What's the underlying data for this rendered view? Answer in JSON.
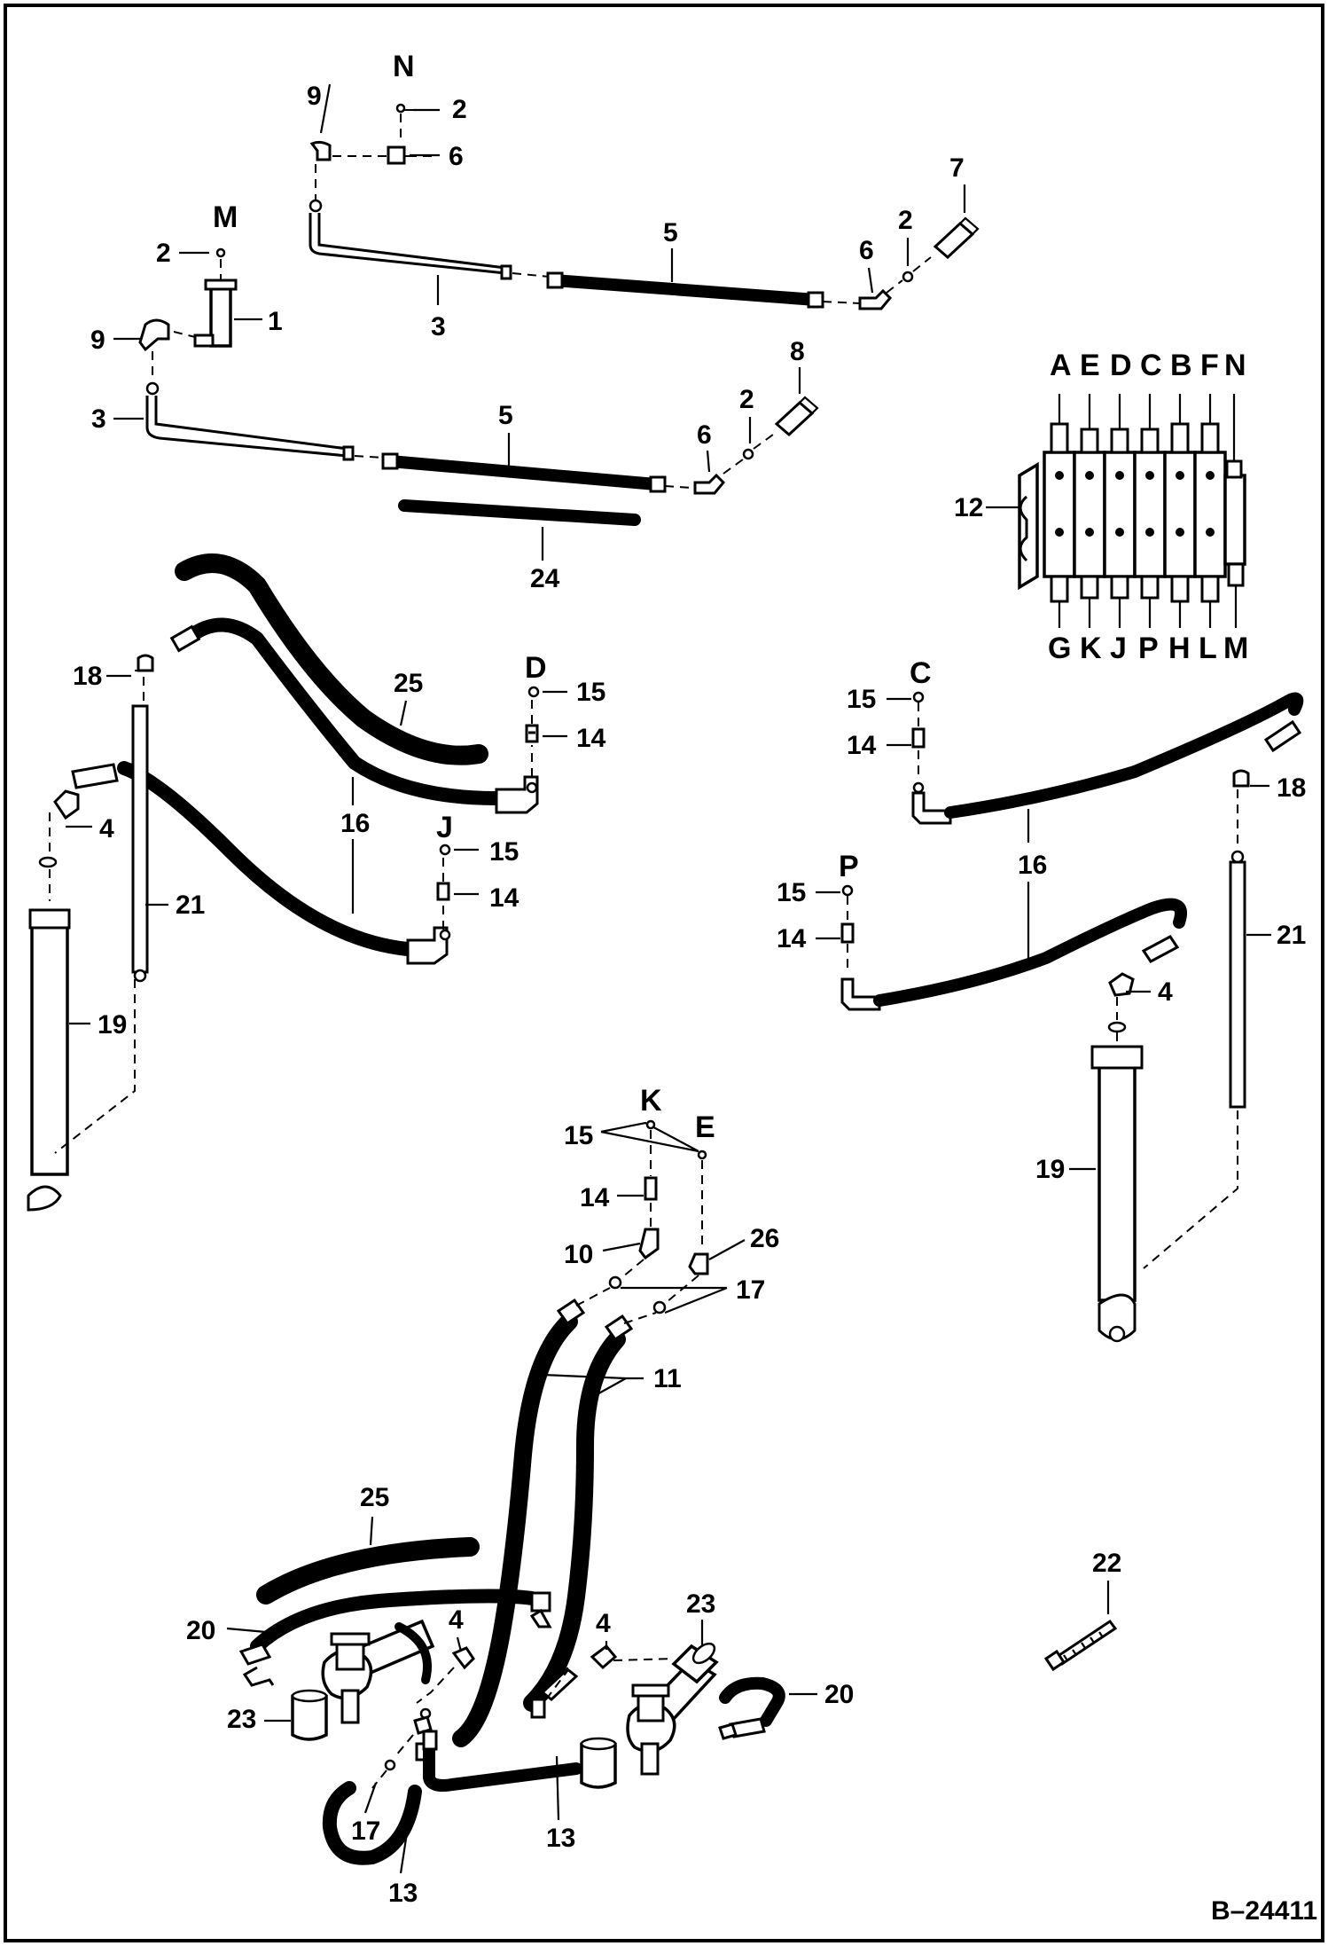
{
  "drawing_number": "B–24411",
  "valve": {
    "top_ports": [
      "A",
      "E",
      "D",
      "C",
      "B",
      "F",
      "N"
    ],
    "bottom_ports": [
      "G",
      "K",
      "J",
      "P",
      "H",
      "L",
      "M"
    ],
    "part": "12"
  },
  "port_letters": {
    "n": "N",
    "m": "M",
    "d": "D",
    "j": "J",
    "c": "C",
    "p": "P",
    "k": "K",
    "e": "E"
  },
  "callouts": {
    "p1": "1",
    "p2": "2",
    "p3": "3",
    "p4": "4",
    "p5": "5",
    "p6": "6",
    "p7": "7",
    "p8": "8",
    "p9": "9",
    "p10": "10",
    "p11": "11",
    "p13": "13",
    "p14": "14",
    "p15": "15",
    "p16": "16",
    "p17": "17",
    "p18": "18",
    "p19": "19",
    "p20": "20",
    "p21": "21",
    "p22": "22",
    "p23": "23",
    "p24": "24",
    "p25": "25",
    "p26": "26"
  }
}
